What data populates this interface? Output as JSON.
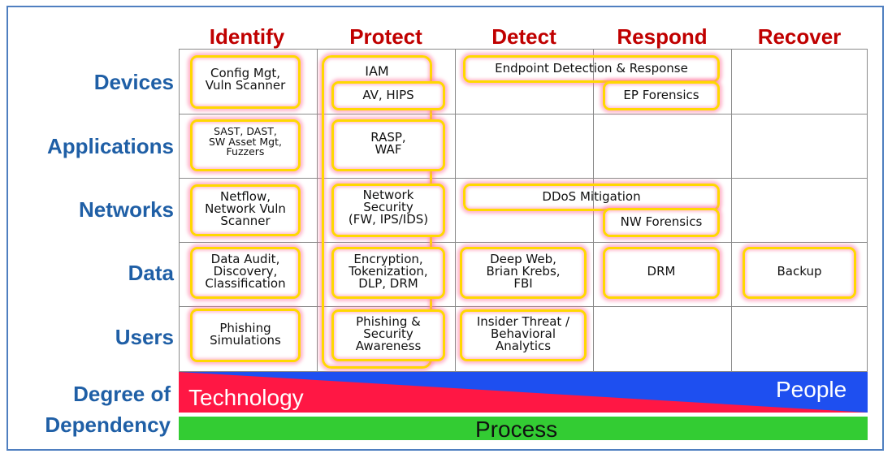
{
  "columns": [
    "Identify",
    "Protect",
    "Detect",
    "Respond",
    "Recover"
  ],
  "rows": [
    "Devices",
    "Applications",
    "Networks",
    "Data",
    "Users"
  ],
  "cells": {
    "identify_devices": "Config Mgt,\nVuln Scanner",
    "identify_applications": "SAST, DAST,\nSW Asset Mgt,\nFuzzers",
    "identify_networks": "Netflow,\nNetwork Vuln\nScanner",
    "identify_data": "Data Audit,\nDiscovery,\nClassification",
    "identify_users": "Phishing\nSimulations",
    "protect_iam": "IAM",
    "protect_devices": "AV, HIPS",
    "protect_applications": "RASP,\nWAF",
    "protect_networks": "Network\nSecurity\n(FW, IPS/IDS)",
    "protect_data": "Encryption,\nTokenization,\nDLP, DRM",
    "protect_users": "Phishing &\nSecurity\nAwareness",
    "detect_respond_devices": "Endpoint Detection & Response",
    "respond_devices": "EP Forensics",
    "detect_respond_networks": "DDoS Mitigation",
    "respond_networks": "NW Forensics",
    "detect_data": "Deep Web,\nBrian Krebs,\nFBI",
    "respond_data": "DRM",
    "recover_data": "Backup",
    "detect_users": "Insider Threat /\nBehavioral\nAnalytics"
  },
  "dependency": {
    "label_line1": "Degree of",
    "label_line2": "Dependency",
    "technology": "Technology",
    "people": "People",
    "process": "Process",
    "colors": {
      "technology": "#ff1744",
      "people": "#1e4ff0",
      "process": "#33cc33"
    }
  }
}
